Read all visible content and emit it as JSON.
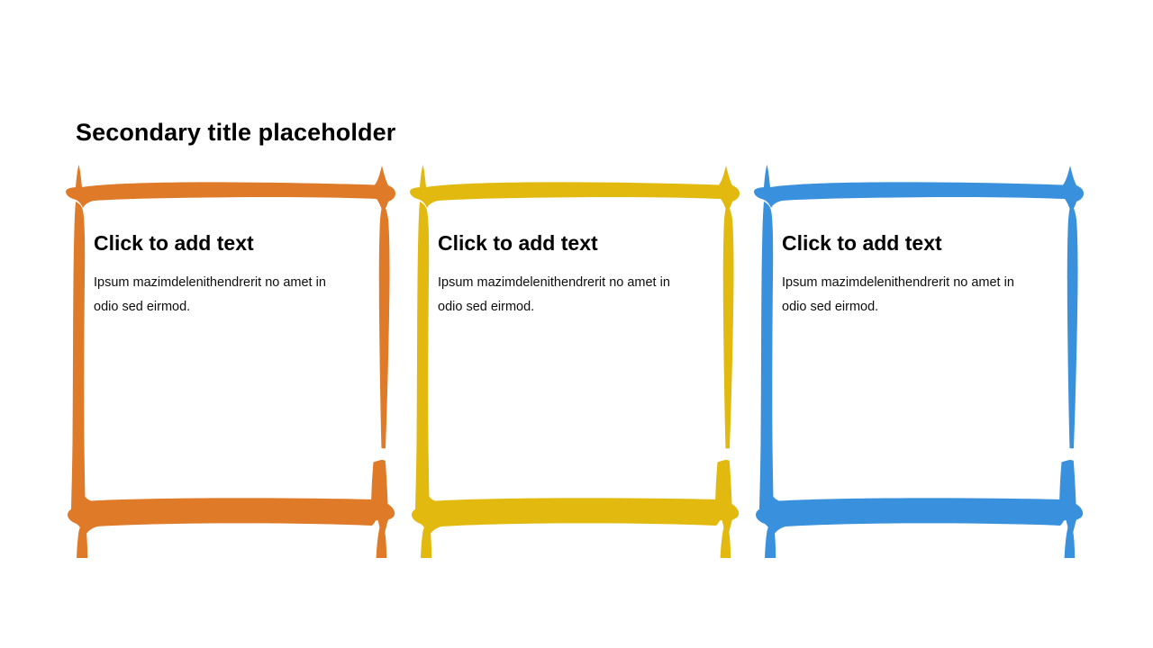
{
  "slide": {
    "title": "Secondary title placeholder",
    "background_color": "#FFFFFF",
    "text_color": "#000000"
  },
  "cards": [
    {
      "id": "card-orange",
      "accent_color": "#DF7A28",
      "heading": "Click to add text",
      "body": "Ipsum mazimdelenithendrerit no amet in odio sed eirmod."
    },
    {
      "id": "card-yellow",
      "accent_color": "#E2B90F",
      "heading": "Click to add text",
      "body": "Ipsum mazimdelenithendrerit no amet in odio sed eirmod."
    },
    {
      "id": "card-blue",
      "accent_color": "#3990DC",
      "heading": "Click to add text",
      "body": "Ipsum mazimdelenithendrerit no amet in odio sed eirmod."
    }
  ]
}
